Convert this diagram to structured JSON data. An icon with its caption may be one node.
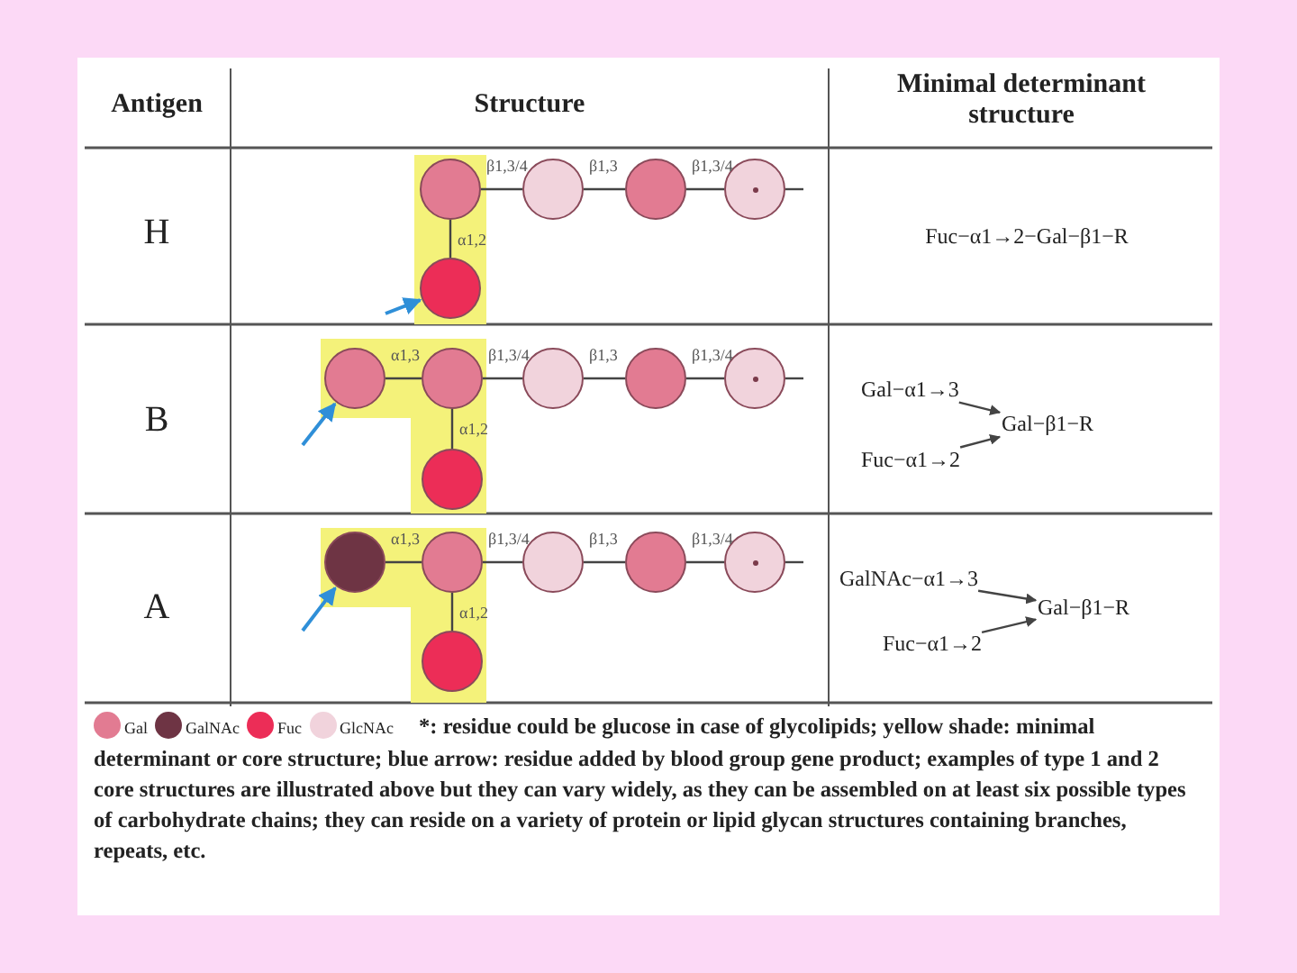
{
  "diagram": {
    "nodes": [
      {
        "text": [],
        "shape": "circle"
      },
      {
        "text": [],
        "shape": "circle"
      },
      {
        "text": [],
        "shape": "circle"
      },
      {
        "text": [],
        "shape": "circle"
      },
      {
        "text": [],
        "shape": "circle"
      },
      {
        "text": [],
        "shape": "circle"
      },
      {
        "text": [],
        "shape": "circle"
      },
      {
        "text": [],
        "shape": "circle"
      },
      {
        "text": [],
        "shape": "circle"
      },
      {
        "text": [],
        "shape": "circle"
      },
      {
        "text": [],
        "shape": "circle"
      },
      {
        "text": [
          "Gal−α1→3"
        ]
      },
      {
        "text": [
          "Gal−β1−R"
        ]
      },
      {
        "text": [
          "Fuc−α1→2"
        ]
      },
      {
        "text": [],
        "shape": "circle"
      },
      {
        "text": [],
        "shape": "circle"
      },
      {
        "text": [],
        "shape": "circle"
      },
      {
        "text": [],
        "shape": "circle"
      },
      {
        "text": [],
        "shape": "circle"
      },
      {
        "text": [],
        "shape": "circle"
      },
      {
        "text": [
          "GalNAc−α1→3"
        ]
      },
      {
        "text": [
          "Gal−β1−R"
        ]
      },
      {
        "text": [
          "Fuc−α1→2"
        ]
      }
    ],
    "edges": [
      {
        "from": 0,
        "to": 1,
        "arrow": "none",
        "label": "β1,3/4"
      },
      {
        "from": 1,
        "to": 2,
        "arrow": "none",
        "label": "β1,3"
      },
      {
        "from": 2,
        "to": 3,
        "arrow": "none",
        "label": "β1,3/4"
      },
      {
        "from": 3,
        "to": null,
        "arrow": "none"
      },
      {
        "from": 0,
        "to": 4,
        "arrow": "none",
        "label": "α1,2"
      },
      {
        "from": null,
        "to": 4,
        "arrow": "to",
        "color": "#2f8fd8"
      },
      {
        "from": 5,
        "to": 6,
        "arrow": "none",
        "label": "α1,3"
      },
      {
        "from": 6,
        "to": 7,
        "arrow": "none",
        "label": "β1,3/4"
      },
      {
        "from": 7,
        "to": 8,
        "arrow": "none",
        "label": "β1,3"
      },
      {
        "from": 8,
        "to": 9,
        "arrow": "none",
        "label": "β1,3/4"
      },
      {
        "from": 9,
        "to": null,
        "arrow": "none"
      },
      {
        "from": 6,
        "to": 10,
        "arrow": "none",
        "label": "α1,2"
      },
      {
        "from": null,
        "to": 5,
        "arrow": "to",
        "color": "#2f8fd8"
      },
      {
        "from": 11,
        "to": 12,
        "arrow": "to"
      },
      {
        "from": 13,
        "to": 12,
        "arrow": "to"
      },
      {
        "from": 14,
        "to": 15,
        "arrow": "none",
        "label": "α1,3"
      },
      {
        "from": 15,
        "to": 16,
        "arrow": "none",
        "label": "β1,3/4"
      },
      {
        "from": 16,
        "to": 17,
        "arrow": "none",
        "label": "β1,3"
      },
      {
        "from": 17,
        "to": 18,
        "arrow": "none",
        "label": "β1,3/4"
      },
      {
        "from": 18,
        "to": null,
        "arrow": "none"
      },
      {
        "from": 15,
        "to": 19,
        "arrow": "none",
        "label": "α1,2"
      },
      {
        "from": null,
        "to": 14,
        "arrow": "to",
        "color": "#2f8fd8"
      },
      {
        "from": 20,
        "to": 21,
        "arrow": "to"
      },
      {
        "from": 22,
        "to": 21,
        "arrow": "to"
      }
    ],
    "labels": [
      "Antigen",
      "Structure",
      "Minimal determinant structure",
      "H",
      "Fuc−α1→2−Gal−β1−R",
      "B",
      "A",
      "*: residue could be glucose in case of glycolipids; yellow shade: minimal determinant or core structure; blue arrow: residue added by blood group gene product; examples of type 1 and 2 core structures are illustrated above but they can vary widely, as they can be assembled on at least six possible types of carbohydrate chains; they can reside on a variety of protein or lipid glycan structures containing branches, repeats, etc."
    ],
    "legend": [
      {
        "text": "Gal",
        "color": "#e27b92"
      },
      {
        "text": "GalNAc",
        "color": "#6e3444"
      },
      {
        "text": "Fuc",
        "color": "#ec2d57"
      },
      {
        "text": "GlcNAc",
        "color": "#f1d3dc"
      }
    ]
  }
}
